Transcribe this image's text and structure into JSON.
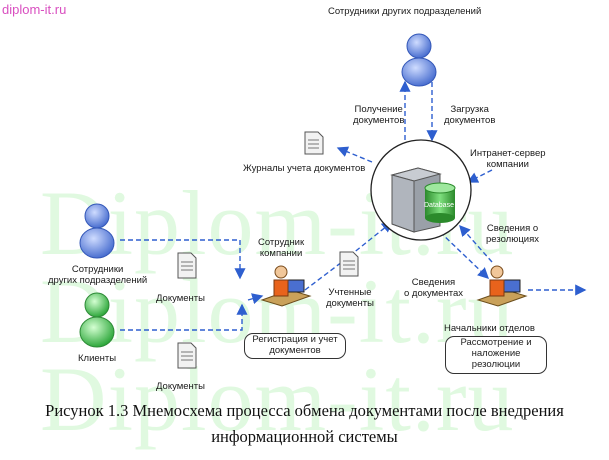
{
  "site": "diplom-it.ru",
  "watermark": [
    "Diplom-it.ru",
    "Diplom-it.ru",
    "Diplom-it.ru"
  ],
  "labels": {
    "top_staff": "Сотрудники других подразделений",
    "receive_docs": "Получение\nдокументов",
    "upload_docs": "Загрузка\nдокументов",
    "intranet_server": "Интранет-сервер\nкомпании",
    "journals": "Журналы учета документов",
    "database": "Database",
    "left_staff": "Сотрудники\nдругих подразделений",
    "clients": "Клиенты",
    "documents_1": "Документы",
    "documents_2": "Документы",
    "company_employee": "Сотрудник\nкомпании",
    "registered_docs": "Учтенные\nдокументы",
    "doc_info": "Сведения\nо документах",
    "resolution_info": "Сведения о\nрезолюциях",
    "dept_heads": "Начальники отделов"
  },
  "boxes": {
    "registration": "Регистрация и учет\nдокументов",
    "review": "Рассмотрение и\nналожение\nрезолюции"
  },
  "caption": {
    "line1": "Рисунок 1.3  Мнемосхема процесса обмена документами после внедрения",
    "line2": "информационной системы"
  },
  "colors": {
    "arrow": "#2e5fcf",
    "person": "#5b7fd6",
    "client": "#3fb64a",
    "watermark": "#c8f5c8"
  }
}
